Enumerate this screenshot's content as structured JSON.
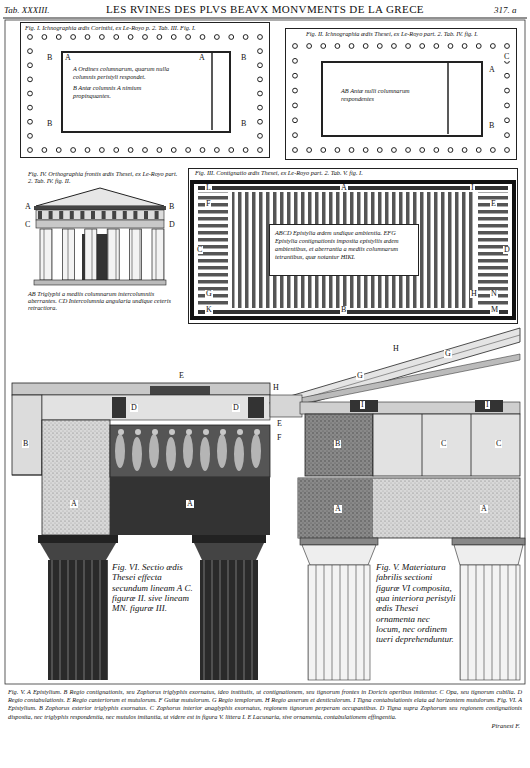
{
  "diagram": {
    "title": "LES RVINES DES PLVS BEAVX MONVMENTS DE LA GRECE",
    "caption": "Fig. V. A Epistylium. B Regio contignationis, seu Zophorus triglyphis exornatus, ideo institutis, ut contignationem, seu tignorum frontes in Doricis operibus imitentur. C Opa, seu tignorum cubilia. D Regio contabulationis. E Regio canteriorum et mutulorum. F Guttæ mutulorum. G Regio templorum. H Regio asserum et denticulorum. I Tigna contabulationis elata ad horizontem mutulorum. Fig. VI. A Epistylium. B Zophorus exterior triglyphis exornatus. C Zophorus interior anaglyphis exornatus, regionem tignorum perperam occupantibus. D Tigna supra Zophorum seu regionem contignationis disposita, nec triglyphis respondentia, nec mutulos imitantia, ut videre est in figura V. littera I. E Lacunaria, sive ornamenta, contabulationem effingentia.",
    "nodes": [
      {
        "text": [
          "Fig. I. Ichnographia ædis Corinthi, ex Le-Royo p. 2. Tab. III. Fig. I."
        ]
      },
      {
        "text": [
          "A Ordines columnarum, quarum nulla columnis peristyli respondet.",
          "B Antæ columnis A nimium propinquantes."
        ],
        "in": 0
      },
      {
        "text": [
          "Fig. II. Ichnographia ædis Thesei, ex Le-Royo part. 2. Tab. IV. fig. I."
        ]
      },
      {
        "text": [
          "AB Antæ nulli columnarum respondentes"
        ],
        "in": 2
      },
      {
        "text": [
          "Fig. III. Contignatio ædis Thesei, ex Le-Royo part. 2. Tab. V. fig. I."
        ]
      },
      {
        "text": [
          "ABCD Epistylia ædem undique ambientia. EFG Epistylia contignationis imposita epistyliis ædem ambientibus, et aberrantia a mediis columnarum tetrantibus, quæ notantur HIKL"
        ],
        "in": 4
      }
    ],
    "labels": [
      "Tab. XXXIII.",
      "317. a",
      "B",
      "A",
      "B",
      "A",
      "B",
      "B",
      "C",
      "A",
      "B",
      "A",
      "B",
      "C",
      "D",
      "L",
      "A",
      "I",
      "F",
      "E",
      "C",
      "D",
      "G",
      "H",
      "N",
      "K",
      "B",
      "M",
      "E",
      "D",
      "D",
      "B",
      "A",
      "A",
      "H",
      "G",
      "G",
      "H",
      "E",
      "F",
      "I",
      "I",
      "B",
      "C",
      "C",
      "A",
      "A",
      "Fig. IV. Orthographia frontis ædis Thesei, ex Le-Royo part. 2. Tab. IV. fig. II.",
      "AB Triglyphi a mediis columnarum intercolumniis aberrantes. CD Intercolumnia angularia undique ceteris retractiora.",
      "Fig. VI. Sectio ædis Thesei effecta secundum lineam A C. figuræ II. sive lineam MN. figuræ III.",
      "Fig. V. Materiatura fabrilis sectioni figuræ VI composita, qua interiora peristyli ædis Thesei ornamenta nec locum, nec ordinem tueri deprehenduntur.",
      "Piranesi F."
    ]
  }
}
